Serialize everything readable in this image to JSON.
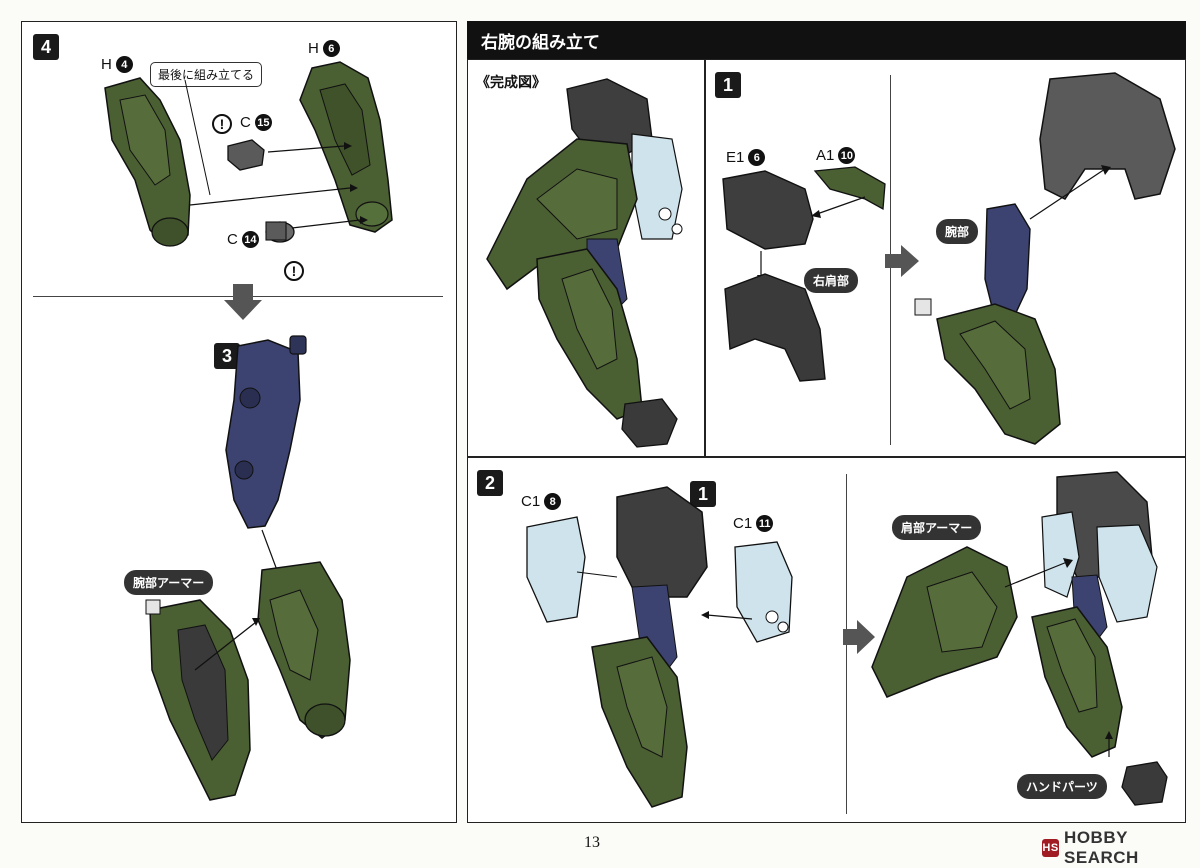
{
  "title": "右腕の組み立て",
  "completed_label": "《完成図》",
  "page_number": "13",
  "watermark": "HOBBY SEARCH",
  "steps": {
    "step4": "4",
    "step3": "3",
    "step1": "1",
    "step2": "2",
    "step2_ref": "1"
  },
  "parts": {
    "h4": {
      "letter": "H",
      "num": "4"
    },
    "h6": {
      "letter": "H",
      "num": "6"
    },
    "c15": {
      "letter": "C",
      "num": "15"
    },
    "c14": {
      "letter": "C",
      "num": "14"
    },
    "e1_6": {
      "letter": "E1",
      "num": "6"
    },
    "a1_10": {
      "letter": "A1",
      "num": "10"
    },
    "c1_8": {
      "letter": "C1",
      "num": "8"
    },
    "c1_11": {
      "letter": "C1",
      "num": "11"
    }
  },
  "labels": {
    "assemble_last": "最後に組み立てる",
    "forearm_armor": "腕部アーマー",
    "right_shoulder": "右肩部",
    "forearm": "腕部",
    "shoulder_armor": "肩部アーマー",
    "hand_parts": "ハンドパーツ",
    "warning": "!"
  },
  "colors": {
    "green": "#4a5f32",
    "navy": "#3c4370",
    "dark_gray": "#3e3e3e",
    "clear_blue": "#cfe3ec",
    "black": "#111111"
  }
}
